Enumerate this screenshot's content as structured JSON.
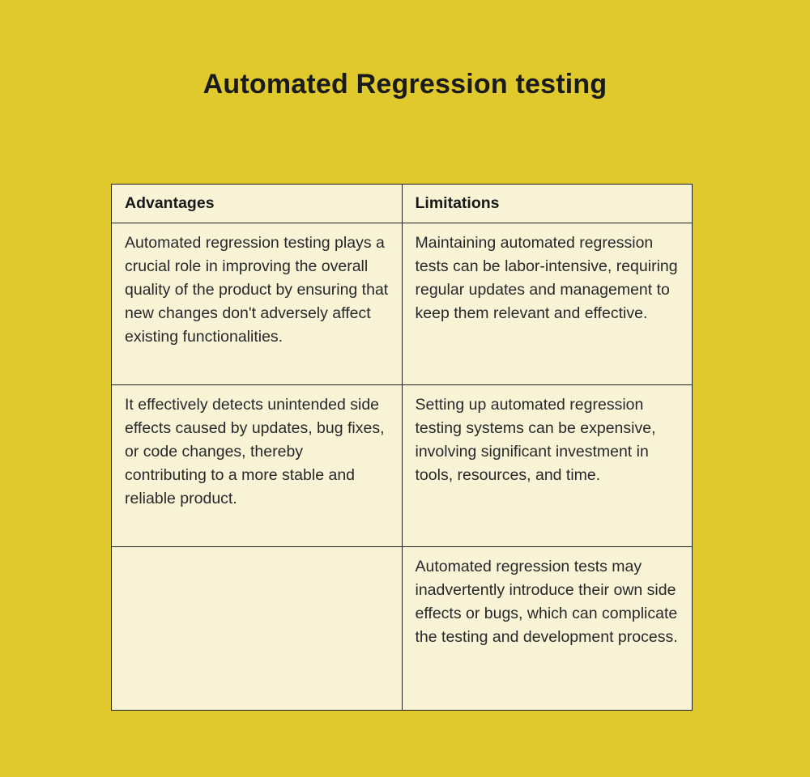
{
  "page": {
    "title": "Automated Regression testing",
    "background_color": "#E0C92D"
  },
  "table": {
    "background_color": "#F9F3D6",
    "border_color": "#1F1F1F",
    "columns": [
      "Advantages",
      "Limitations"
    ],
    "rows": [
      {
        "advantages": "Automated regression testing plays a crucial role in improving the overall quality of the product by ensuring that new changes don't adversely affect existing functionalities.",
        "limitations": "Maintaining automated regression tests can be labor-intensive, requiring regular updates and management to keep them relevant and effective."
      },
      {
        "advantages": "It effectively detects unintended side effects caused by updates, bug fixes, or code changes, thereby contributing to a more stable and reliable product.",
        "limitations": "Setting up automated regression testing systems can be expensive, involving significant investment in tools, resources, and time."
      },
      {
        "advantages": "",
        "limitations": "Automated regression tests may inadvertently introduce their own side effects or bugs, which can complicate the testing and development process."
      }
    ]
  }
}
